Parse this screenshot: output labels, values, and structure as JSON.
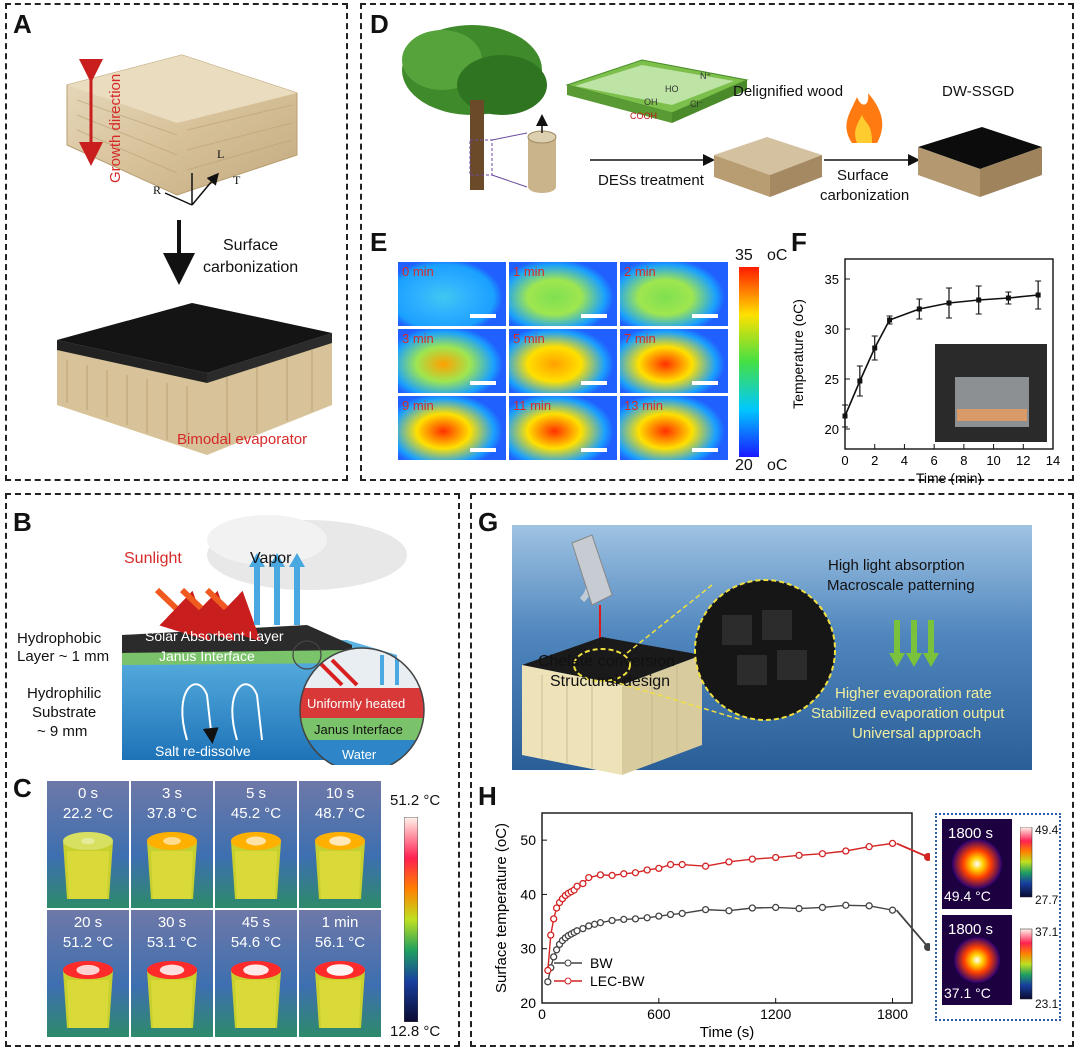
{
  "panel_a": {
    "label": "A",
    "growth_direction": "Growth direction",
    "axis_l": "L",
    "axis_r": "R",
    "axis_t": "T",
    "process_line1": "Surface",
    "process_line2": "carbonization",
    "evaporator_label": "Bimodal evaporator"
  },
  "panel_d": {
    "label": "D",
    "step1": "DESs treatment",
    "delignified_wood": "Delignified wood",
    "step2_line1": "Surface",
    "step2_line2": "carbonization",
    "product": "DW-SSGD",
    "mol_ho": "HO",
    "mol_oh": "OH",
    "mol_cooh": "COOH",
    "mol_cl": "Cl⁻",
    "mol_n": "N⁺"
  },
  "panel_e": {
    "label": "E",
    "frames": [
      "0 min",
      "1 min",
      "2 min",
      "3 min",
      "5 min",
      "7 min",
      "9 min",
      "11 min",
      "13 min"
    ],
    "frame_intensity": [
      0.18,
      0.38,
      0.5,
      0.6,
      0.68,
      0.74,
      0.82,
      0.86,
      0.9
    ],
    "scale_max": "35",
    "scale_min": "20",
    "scale_unit": "oC"
  },
  "panel_f": {
    "label": "F",
    "chart_data": {
      "type": "line",
      "xlabel": "Time (min)",
      "ylabel": "Temperature (oC)",
      "xlim": [
        0,
        14
      ],
      "ylim": [
        18,
        37
      ],
      "xticks": [
        0,
        2,
        4,
        6,
        8,
        10,
        12,
        14
      ],
      "yticks": [
        20,
        25,
        30,
        35
      ],
      "x": [
        0,
        1,
        2,
        3,
        5,
        7,
        9,
        11,
        13
      ],
      "y": [
        21.3,
        24.8,
        28.1,
        30.9,
        32.0,
        32.6,
        32.9,
        33.1,
        33.4
      ],
      "err": [
        1.1,
        1.5,
        1.2,
        0.4,
        1.0,
        1.5,
        1.4,
        0.6,
        1.4
      ]
    }
  },
  "panel_b": {
    "label": "B",
    "sunlight": "Sunlight",
    "vapor": "Vapor",
    "hydrophobic": "Hydrophobic",
    "layer_thickness": "Layer ~ 1 mm",
    "solar_layer": "Solar Absorbent Layer",
    "janus": "Janus Interface",
    "hydrophilic": "Hydrophilic",
    "substrate": "Substrate",
    "sub_thickness": "~ 9 mm",
    "salt": "Salt re-dissolve",
    "zoom_heated": "Uniformly heated",
    "zoom_janus": "Janus Interface",
    "zoom_water": "Water"
  },
  "panel_c": {
    "label": "C",
    "frames": [
      {
        "time": "0 s",
        "temp": "22.2 °C",
        "heat": 0.1
      },
      {
        "time": "3 s",
        "temp": "37.8 °C",
        "heat": 0.35
      },
      {
        "time": "5 s",
        "temp": "45.2 °C",
        "heat": 0.5
      },
      {
        "time": "10 s",
        "temp": "48.7 °C",
        "heat": 0.6
      },
      {
        "time": "20 s",
        "temp": "51.2 °C",
        "heat": 0.7
      },
      {
        "time": "30 s",
        "temp": "53.1 °C",
        "heat": 0.78
      },
      {
        "time": "45 s",
        "temp": "54.6 °C",
        "heat": 0.85
      },
      {
        "time": "1 min",
        "temp": "56.1 °C",
        "heat": 0.92
      }
    ],
    "scale_max": "51.2 °C",
    "scale_min": "12.8 °C"
  },
  "panel_g": {
    "label": "G",
    "left1": "Chelate conversion",
    "left2": "Structural design",
    "feat1": "High light absorption",
    "feat2": "Macroscale patterning",
    "out1": "Higher evaporation rate",
    "out2": "Stabilized evaporation output",
    "out3": "Universal approach"
  },
  "panel_h": {
    "label": "H",
    "chart_data": {
      "type": "line",
      "xlabel": "Time (s)",
      "ylabel": "Surface temperature (oC)",
      "xlim": [
        0,
        1900
      ],
      "ylim": [
        20,
        55
      ],
      "xticks": [
        0,
        600,
        1200,
        1800
      ],
      "yticks": [
        20,
        30,
        40,
        50
      ],
      "legend": "bottom-left",
      "series": [
        {
          "name": "BW",
          "color": "#444444",
          "x": [
            30,
            45,
            60,
            75,
            90,
            105,
            120,
            135,
            150,
            165,
            180,
            210,
            240,
            270,
            300,
            360,
            420,
            480,
            540,
            600,
            660,
            720,
            840,
            960,
            1080,
            1200,
            1320,
            1440,
            1560,
            1680,
            1800
          ],
          "y": [
            23.9,
            26.5,
            28.5,
            29.8,
            30.8,
            31.5,
            32.0,
            32.4,
            32.7,
            33.0,
            33.3,
            33.7,
            34.2,
            34.5,
            34.8,
            35.2,
            35.4,
            35.5,
            35.7,
            36.0,
            36.3,
            36.5,
            37.2,
            37.0,
            37.5,
            37.6,
            37.4,
            37.6,
            38.0,
            37.9,
            37.1
          ]
        },
        {
          "name": "LEC-BW",
          "color": "#d42424",
          "x": [
            30,
            45,
            60,
            75,
            90,
            105,
            120,
            135,
            150,
            165,
            180,
            210,
            240,
            300,
            360,
            420,
            480,
            540,
            600,
            660,
            720,
            840,
            960,
            1080,
            1200,
            1320,
            1440,
            1560,
            1680,
            1800
          ],
          "y": [
            26.0,
            32.5,
            35.5,
            37.5,
            38.5,
            39.2,
            39.8,
            40.2,
            40.5,
            40.8,
            41.5,
            42.0,
            43.1,
            43.6,
            43.5,
            43.8,
            44.0,
            44.5,
            44.8,
            45.5,
            45.5,
            45.2,
            46.0,
            46.5,
            46.8,
            47.2,
            47.5,
            48.0,
            48.8,
            49.4
          ]
        }
      ]
    },
    "inset_top": {
      "time": "1800 s",
      "temp": "49.4 °C",
      "max": "49.4",
      "min": "27.7"
    },
    "inset_bottom": {
      "time": "1800 s",
      "temp": "37.1 °C",
      "max": "37.1",
      "min": "23.1"
    }
  }
}
